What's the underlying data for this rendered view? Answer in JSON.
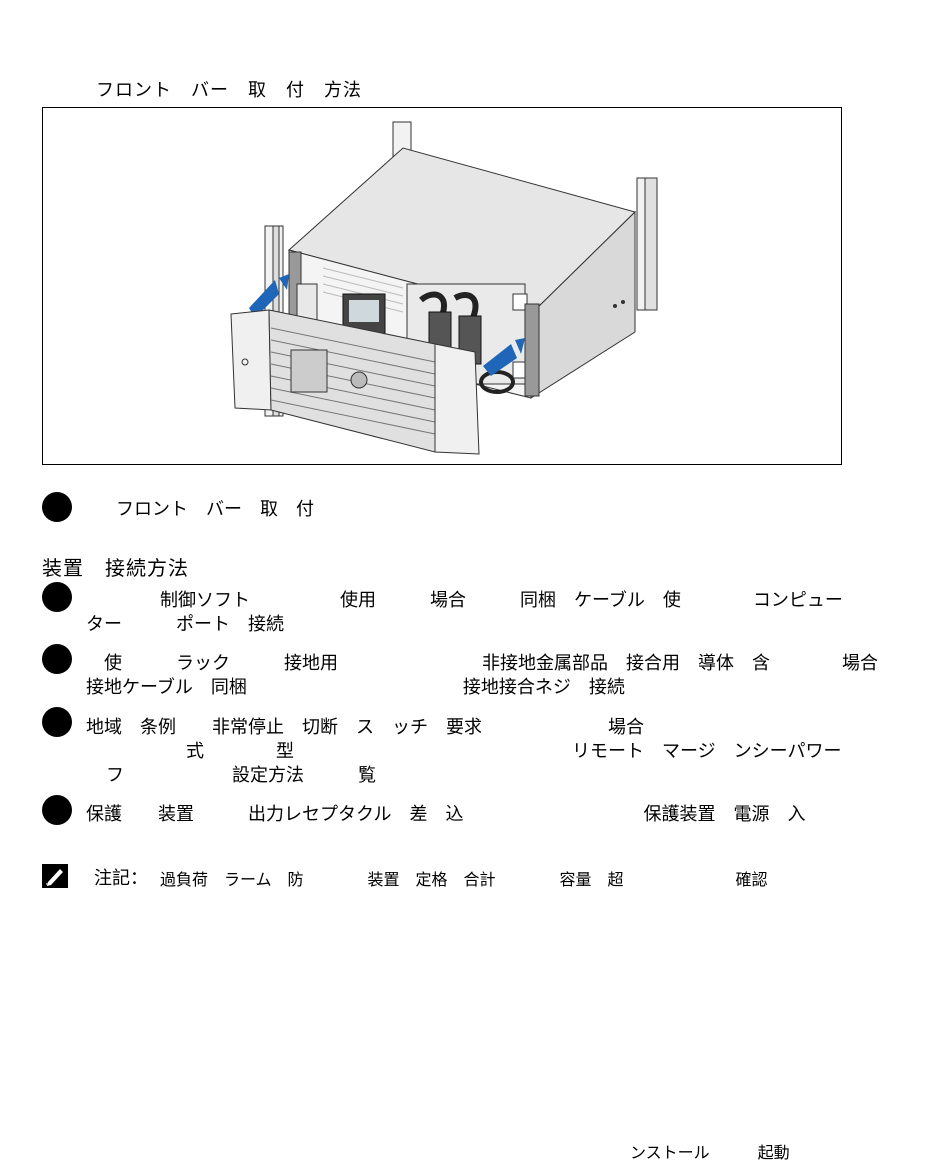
{
  "figure": {
    "title": "フロント　バー　取　付　方法"
  },
  "figure_caption": "フロント　バー　取　付",
  "section_heading": "装置　接続方法",
  "steps": [
    {
      "line1": "制御ソフト　　　　　使用　　　場合　　　同梱　ケーブル　使　　　　コンピュー",
      "line2": "ター　　　ポート　接続"
    },
    {
      "line1": "使　　　ラック　　　接地用　　　　　　　　非接地金属部品　接合用　導体　含　　　　場合",
      "line2": "接地ケーブル　同梱　　　　　　　　　　　　接地接合ネジ　接続"
    },
    {
      "line1": "地域　条例　　非常停止　切断　ス　ッチ　要求　　　　　　　場合",
      "line2": "式　　　　型",
      "line3": "リモート　マージ　ンシーパワー",
      "line4": "フ　　　　　　設定方法　　　覧"
    },
    {
      "line1": "保護　　装置　　　出力レセプタクル　差　込　　　　　　　　　　保護装置　電源　入"
    }
  ],
  "note": {
    "label": "注記：",
    "text": "過負荷　ラーム　防　　　　装置　定格　合計　　　　容量　超　　　　　　　確認"
  },
  "footer_text": "ンストール　　　起動",
  "colors": {
    "accent_arrow": "#1f66b8"
  }
}
